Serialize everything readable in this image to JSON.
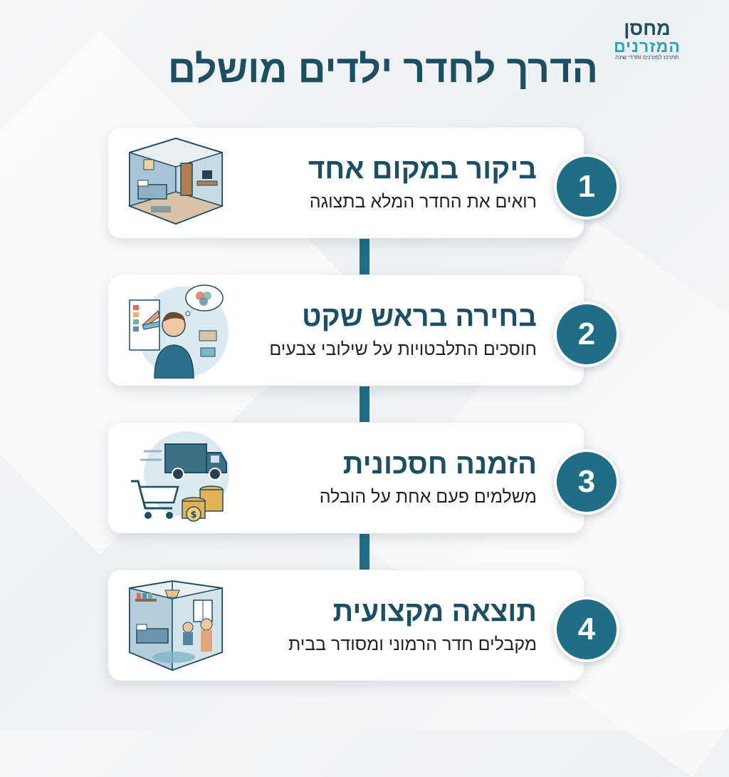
{
  "brand": {
    "name_top": "מחסן",
    "name_bottom": "המזרנים",
    "tagline": "תתרכז למזרנים וחדרי שינה"
  },
  "title": "הדרך לחדר ילדים מושלם",
  "steps": [
    {
      "number": "1",
      "title": "ביקור במקום אחד",
      "desc": "רואים את החדר המלא בתצוגה",
      "illustration": "isometric-kids-room-icon"
    },
    {
      "number": "2",
      "title": "בחירה בראש שקט",
      "desc": "חוסכים התלבטויות על שילובי צבעים",
      "illustration": "thinking-person-color-palette-icon"
    },
    {
      "number": "3",
      "title": "הזמנה חסכונית",
      "desc": "משלמים פעם אחת על הובלה",
      "illustration": "delivery-truck-cart-coins-icon"
    },
    {
      "number": "4",
      "title": "תוצאה מקצועית",
      "desc": "מקבלים חדר הרמוני ומסודר בבית",
      "illustration": "finished-room-family-icon"
    }
  ],
  "colors": {
    "primary": "#1d4f63",
    "accent": "#2ba3b0",
    "badge": "#1f6e86",
    "card": "#ffffff"
  }
}
